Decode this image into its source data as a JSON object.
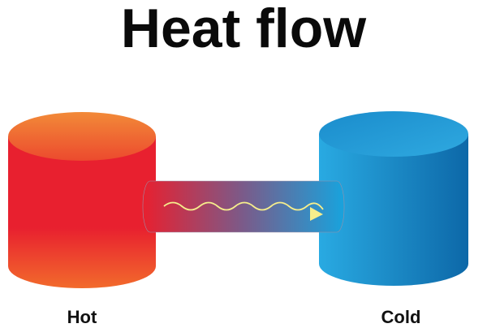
{
  "title": "Heat flow",
  "labels": {
    "hot": "Hot",
    "cold": "Cold"
  },
  "colors": {
    "hot": "#e8202f",
    "hot_top": "#f07a32",
    "cold": "#1a8fd0",
    "cold_top": "#29a6df",
    "arrow": "#f6ee8c"
  }
}
